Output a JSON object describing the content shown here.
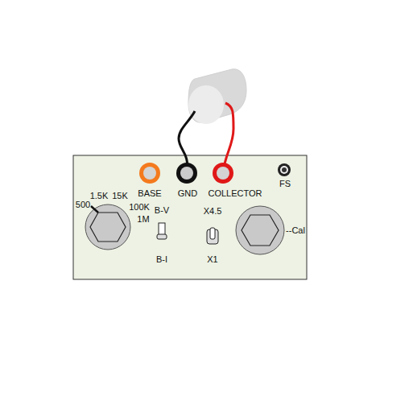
{
  "diagram": {
    "labels": [
      "BASE",
      "GND",
      "COLLECTOR",
      "FS",
      "500",
      "1.5K",
      "15K",
      "100K",
      "1M",
      "B-V",
      "B-I",
      "X4.5",
      "X1",
      "--Cal"
    ]
  }
}
